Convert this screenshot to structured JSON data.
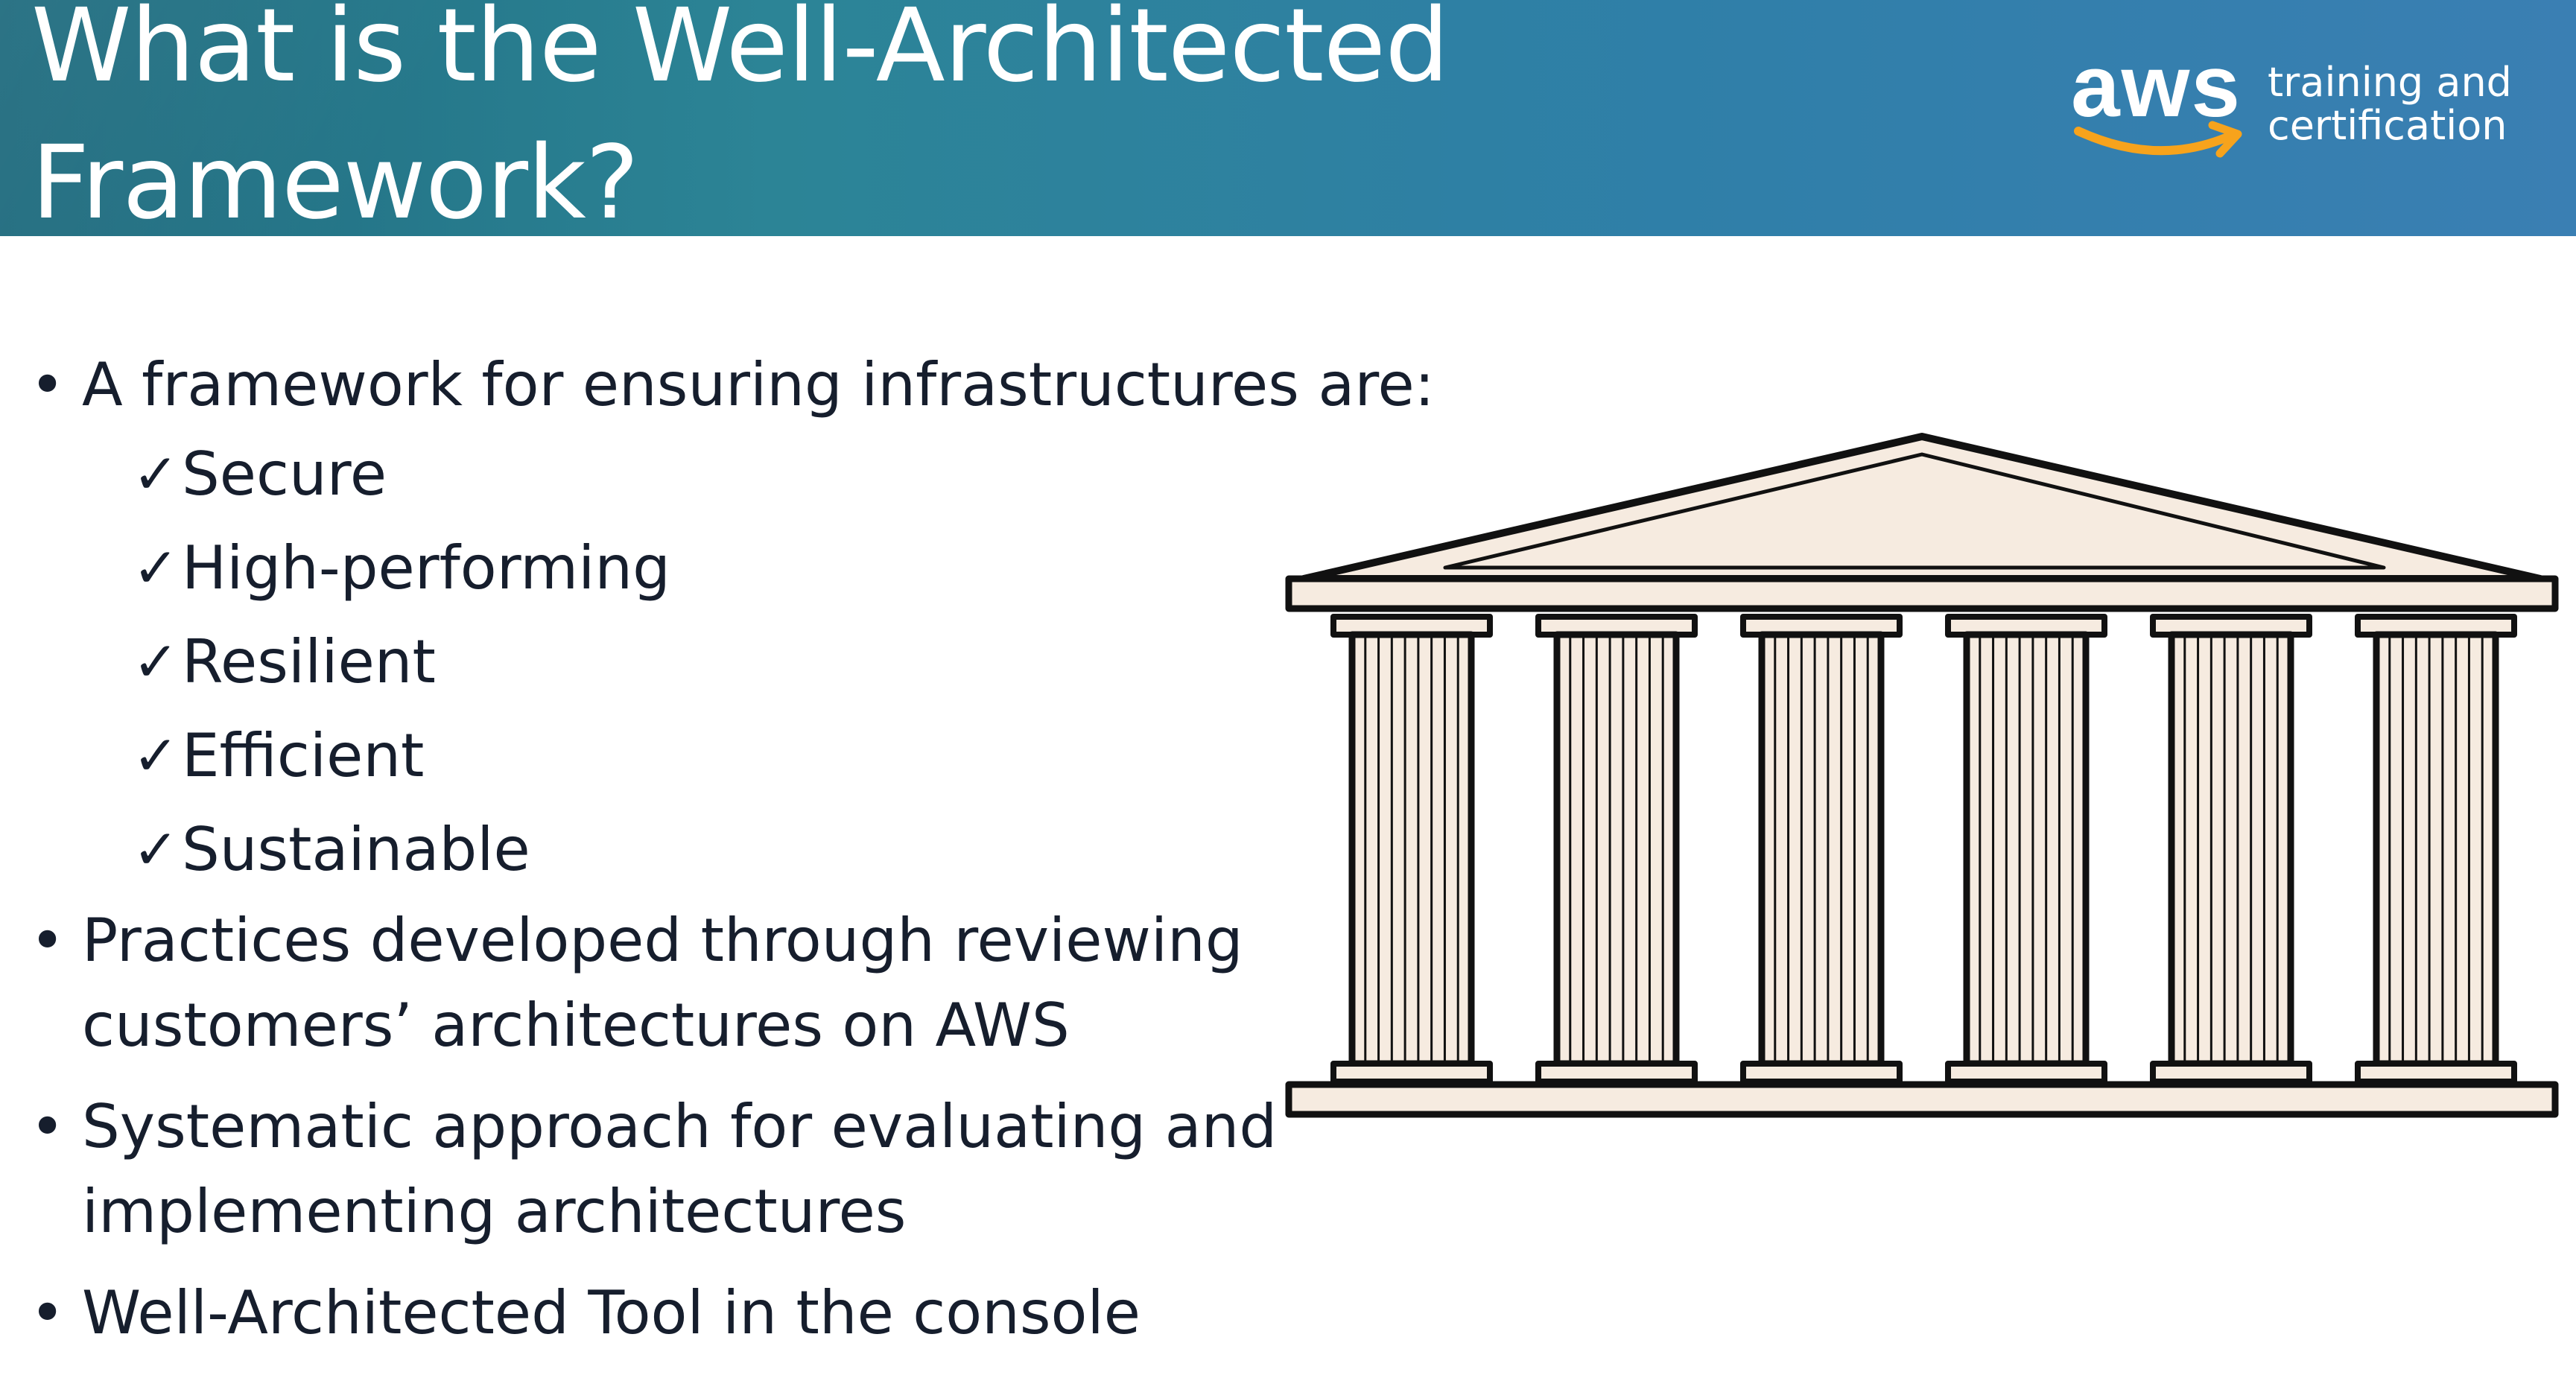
{
  "header": {
    "title_line1": "What is the Well-Architected",
    "title_line2": "Framework?",
    "logo": {
      "wordmark": "aws",
      "tagline_line1": "training and",
      "tagline_line2": "certification"
    }
  },
  "content": {
    "intro_bullet": "A framework for ensuring infrastructures are:",
    "checklist": [
      "Secure",
      "High-performing",
      "Resilient",
      "Efficient",
      "Sustainable"
    ],
    "check_symbol": "✓",
    "bullet_symbol": "•",
    "bullet_2_line1": "Practices developed through reviewing",
    "bullet_2_line2": "customers’ architectures on AWS",
    "bullet_3_line1": "Systematic approach for evaluating and",
    "bullet_3_line2": "implementing architectures",
    "bullet_4": "Well-Architected Tool in the console"
  },
  "illustration": {
    "icon": "temple-pillars-icon",
    "pillar_count": 6
  },
  "colors": {
    "header_start": "#1f6b7e",
    "header_end": "#3a7fb3",
    "logo_smile": "#f7a31c",
    "temple_fill": "#f6ebe0",
    "temple_stroke": "#111111",
    "body_text": "#161e2d"
  }
}
